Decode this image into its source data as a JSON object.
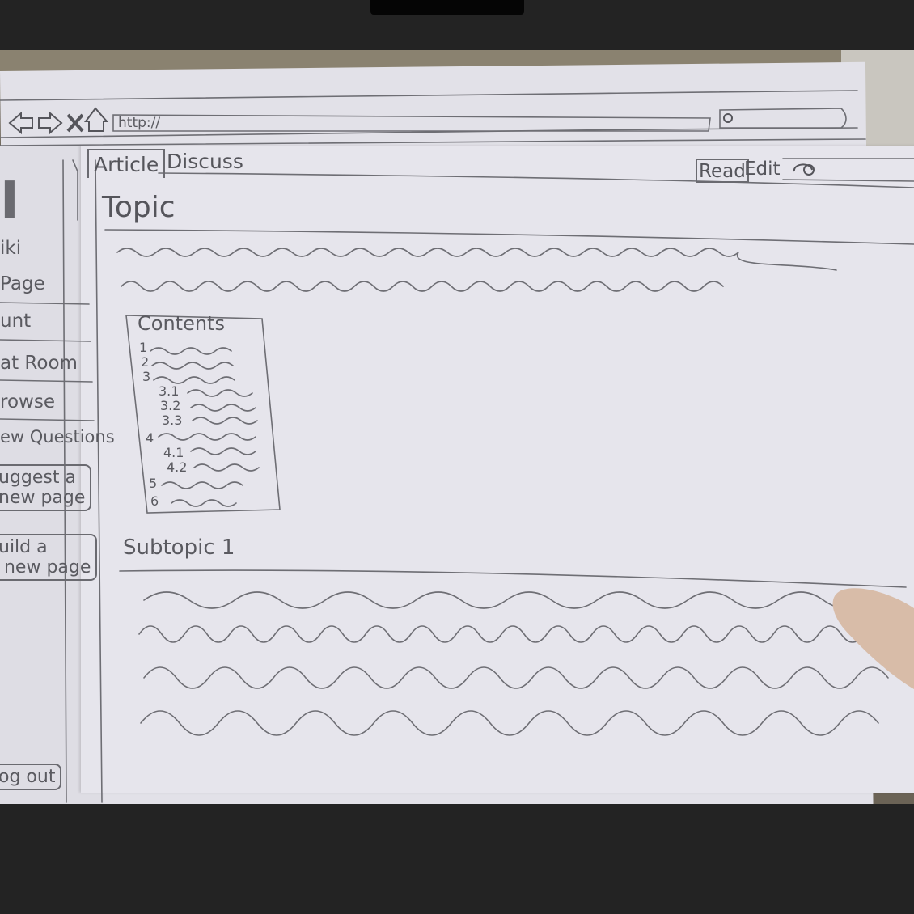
{
  "browser": {
    "url": "http://",
    "icons": [
      "back-arrow-icon",
      "forward-arrow-icon",
      "close-icon",
      "home-icon",
      "search-icon"
    ]
  },
  "tabs": [
    {
      "label": "Article",
      "selected": true
    },
    {
      "label": "Discuss",
      "selected": false
    }
  ],
  "views": {
    "read": "Read",
    "edit": "Edit"
  },
  "article": {
    "title": "Topic",
    "contents": {
      "title": "Contents",
      "items": [
        "1",
        "2",
        "3",
        "3.1",
        "3.2",
        "3.3",
        "4",
        "4.1",
        "4.2",
        "5",
        "6"
      ]
    },
    "subtopic_title": "Subtopic 1"
  },
  "sidebar": {
    "logo_fragment": "I",
    "wiki_fragment": "iki",
    "items": [
      "Page",
      "unt",
      "at Room",
      "rowse",
      "ew Questions"
    ],
    "suggest_button": "uggest a\nnew page",
    "build_button": "uild a\n new page",
    "logout_button": "og out"
  },
  "colors": {
    "paper": "#e6e5ec",
    "ink": "#5a5a60",
    "frame": "#232323"
  }
}
